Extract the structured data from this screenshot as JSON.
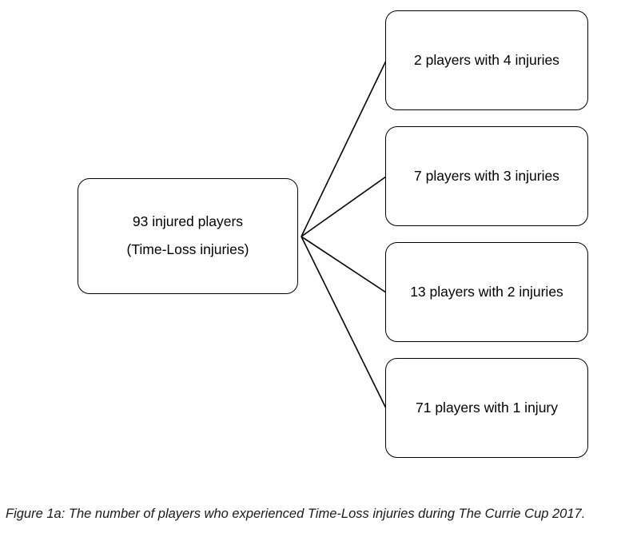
{
  "diagram": {
    "root": {
      "line1": "93 injured players",
      "line2": "(Time-Loss injuries)"
    },
    "children": [
      {
        "label": "2 players with 4 injuries"
      },
      {
        "label": "7 players with 3 injuries"
      },
      {
        "label": "13 players with 2 injuries"
      },
      {
        "label": "71 players with 1 injury"
      }
    ]
  },
  "caption": "Figure 1a: The number of players who experienced Time-Loss injuries during The Currie Cup 2017.",
  "colors": {
    "background": "#ffffff",
    "box_border": "#000000",
    "connector_line": "#000000",
    "box_text": "#000000",
    "caption_text": "#1a1a1a"
  }
}
